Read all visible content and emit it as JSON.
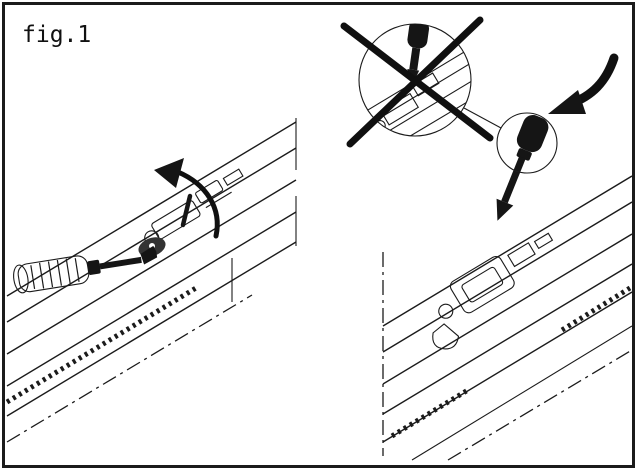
{
  "figure": {
    "label": "fig.1",
    "kind": "installation-instruction-diagram"
  },
  "colors": {
    "line": "#1b1b1b",
    "background": "#ffffff",
    "tool_fill": "#151515"
  },
  "icons": {
    "rotate_arrow": "curved-arrow-counterclockwise",
    "prohibition": "crossed-out-x",
    "approval": "bold-check-arrow",
    "insert_arrow": "down-arrow",
    "tool": "screwdriver"
  }
}
